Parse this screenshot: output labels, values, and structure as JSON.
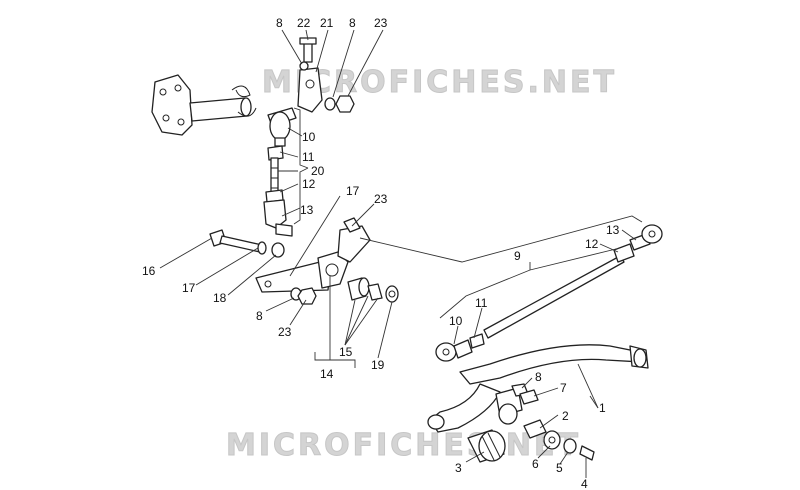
{
  "watermark": {
    "top": "MICROFICHES.NET",
    "bottom": "MICROFICHES.NET"
  },
  "labels": {
    "l1": "1",
    "l2": "2",
    "l3": "3",
    "l4": "4",
    "l5": "5",
    "l6": "6",
    "l7": "7",
    "l8a": "8",
    "l8b": "8",
    "l8c": "8",
    "l8d": "8",
    "l9": "9",
    "l10a": "10",
    "l10b": "10",
    "l11a": "11",
    "l11b": "11",
    "l12a": "12",
    "l12b": "12",
    "l13a": "13",
    "l13b": "13",
    "l14": "14",
    "l15": "15",
    "l16": "16",
    "l17a": "17",
    "l17b": "17",
    "l18": "18",
    "l19": "19",
    "l20": "20",
    "l21": "21",
    "l22": "22",
    "l23a": "23",
    "l23b": "23",
    "l23c": "23"
  }
}
